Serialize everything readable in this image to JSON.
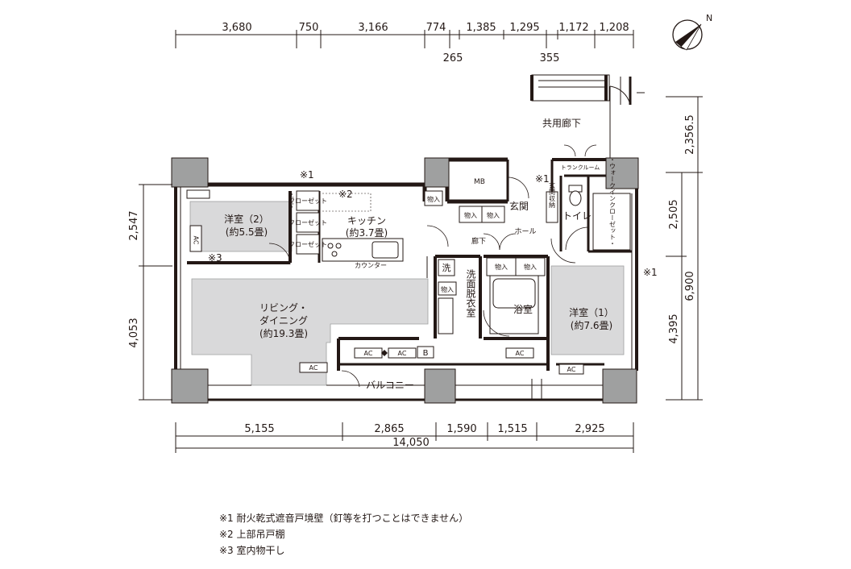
{
  "top_dimensions": {
    "upper": [
      "3,680",
      "750",
      "3,166",
      "774",
      "1,385",
      "1,295",
      "1,172",
      "1,208"
    ],
    "lower": [
      "265",
      "355"
    ]
  },
  "bottom_dimensions": {
    "segments": [
      "5,155",
      "2,865",
      "1,590",
      "1,515",
      "2,925"
    ],
    "total": "14,050"
  },
  "left_dimensions": [
    "2,547",
    "4,053"
  ],
  "right_dimensions": {
    "outer": [
      "2,356.5",
      "6,900"
    ],
    "inner": [
      "2,505",
      "4,395"
    ]
  },
  "rooms": {
    "western_room_2": "洋室（2）",
    "western_room_2_area": "(約5.5畳)",
    "kitchen": "キッチン",
    "kitchen_area": "(約3.7畳)",
    "living_dining_1": "リビング・",
    "living_dining_2": "ダイニング",
    "living_dining_area": "(約19.3畳)",
    "western_room_1": "洋室（1）",
    "western_room_1_area": "(約7.6畳)",
    "bathroom": "浴室",
    "washroom": "洗面脱衣室",
    "toilet": "トイレ",
    "entrance": "玄関",
    "hall": "ホール",
    "corridor": "廊下",
    "balcony": "バルコニー",
    "common_corridor": "共用廊下",
    "walk_in_closet": "・ウォークインクローゼット・",
    "trunk_room": "トランクルーム",
    "entrance_storage": "玄関収納",
    "mb": "MB",
    "counter": "カウンター",
    "closet": "クローゼット",
    "storage": "物入",
    "wash": "洗",
    "ac": "AC",
    "b": "B"
  },
  "markers": {
    "m1": "※1",
    "m2": "※2",
    "m3": "※3"
  },
  "notes": [
    "※1 耐火乾式遮音戸境壁（釘等を打つことはできません）",
    "※2 上部吊戸棚",
    "※3 室内物干し"
  ]
}
